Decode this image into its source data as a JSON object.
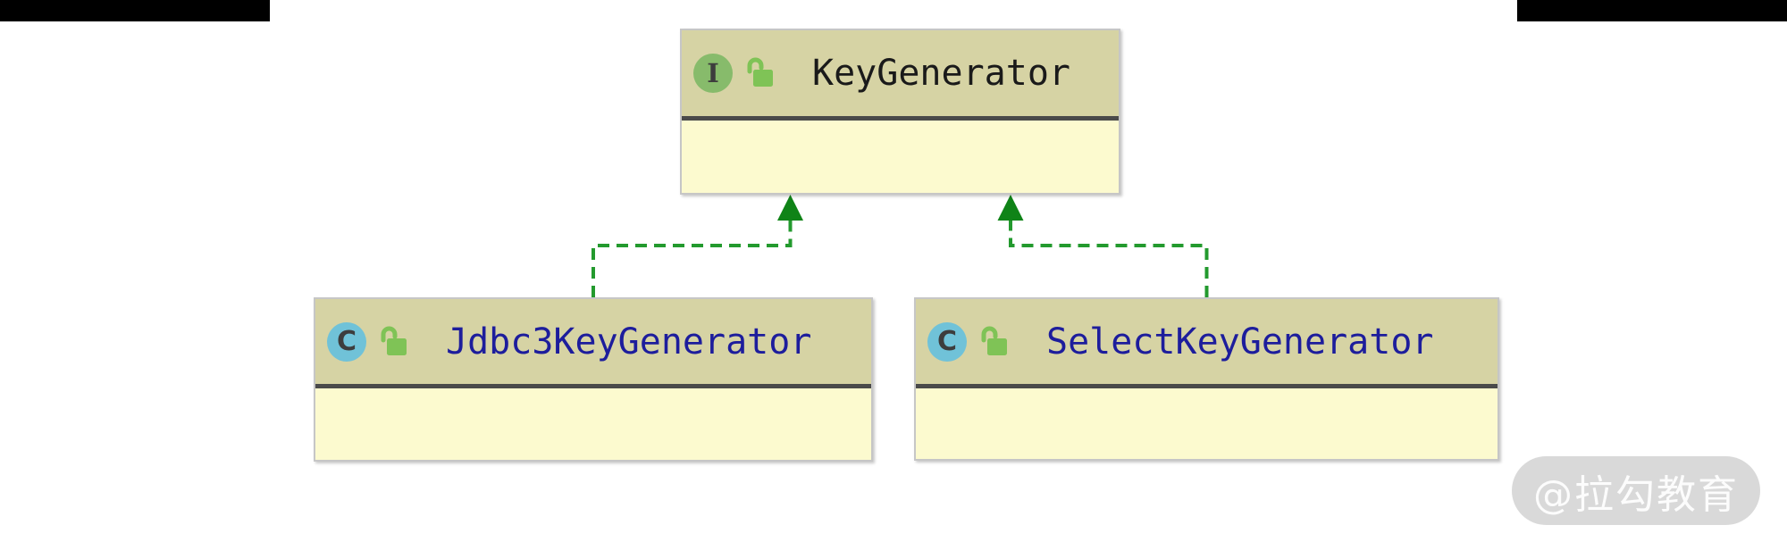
{
  "diagram": {
    "type": "uml-class-diagram",
    "nodes": [
      {
        "id": "keygenerator",
        "kind": "interface",
        "icon_letter": "I",
        "visibility": "public-unlocked",
        "name": "KeyGenerator",
        "members": ""
      },
      {
        "id": "jdbc3keygenerator",
        "kind": "class",
        "icon_letter": "C",
        "visibility": "public-unlocked",
        "name": "Jdbc3KeyGenerator",
        "members": ""
      },
      {
        "id": "selectkeygenerator",
        "kind": "class",
        "icon_letter": "C",
        "visibility": "public-unlocked",
        "name": "SelectKeyGenerator",
        "members": ""
      }
    ],
    "edges": [
      {
        "from": "Jdbc3KeyGenerator",
        "to": "KeyGenerator",
        "type": "implements",
        "style": "green-dashed-hollowless-triangle"
      },
      {
        "from": "SelectKeyGenerator",
        "to": "KeyGenerator",
        "type": "implements",
        "style": "green-dashed-hollowless-triangle"
      }
    ]
  },
  "watermark": {
    "text": "@拉勾教育"
  },
  "colors": {
    "node_header_bg": "#d6d3a4",
    "node_body_bg": "#fcfacf",
    "node_separator": "#4a4a4a",
    "node_border": "#c6c6c6",
    "edge_green": "#239a2e",
    "arrowhead_green": "#0f8317",
    "interface_badge_green": "#87bb6b",
    "class_badge_blue": "#70c2d8",
    "lock_green": "#7fc356",
    "interface_label": "#1a1a1a",
    "class_label": "#1d1d9c",
    "crop_bar": "#000000",
    "watermark_pill": "#d9d9d9",
    "watermark_text": "#f2f2f2"
  }
}
